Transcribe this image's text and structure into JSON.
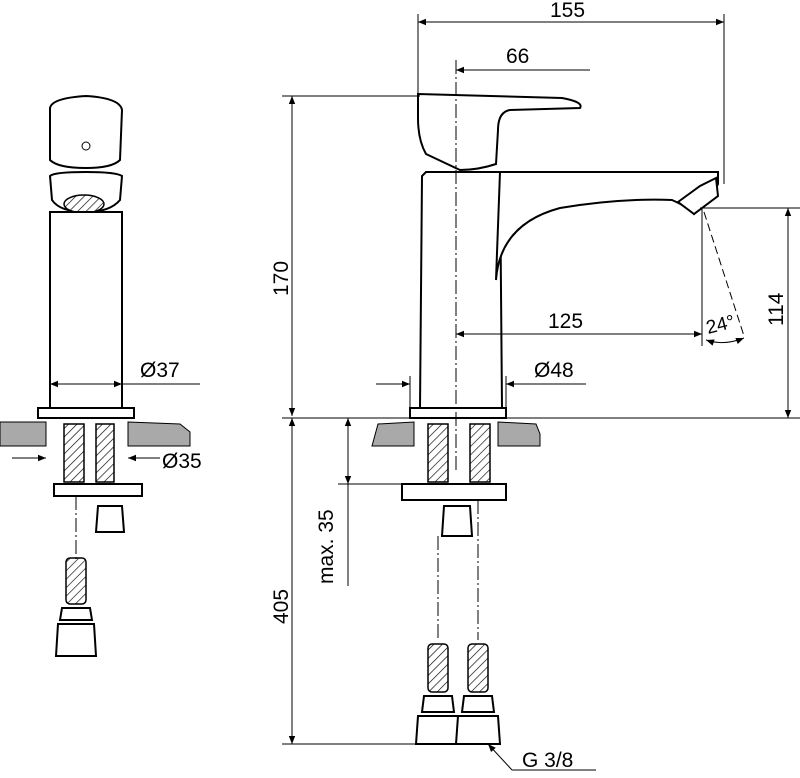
{
  "drawing": {
    "dimensions": {
      "width_total": "155",
      "handle_offset": "66",
      "height_total": "170",
      "spout_height": "114",
      "spout_reach": "125",
      "spout_angle": "24°",
      "body_diameter_side": "Ø37",
      "base_diameter": "Ø48",
      "hole_diameter": "Ø35",
      "below_counter": "405",
      "max_counter_thickness": "max. 35",
      "thread_size": "G 3/8"
    }
  }
}
